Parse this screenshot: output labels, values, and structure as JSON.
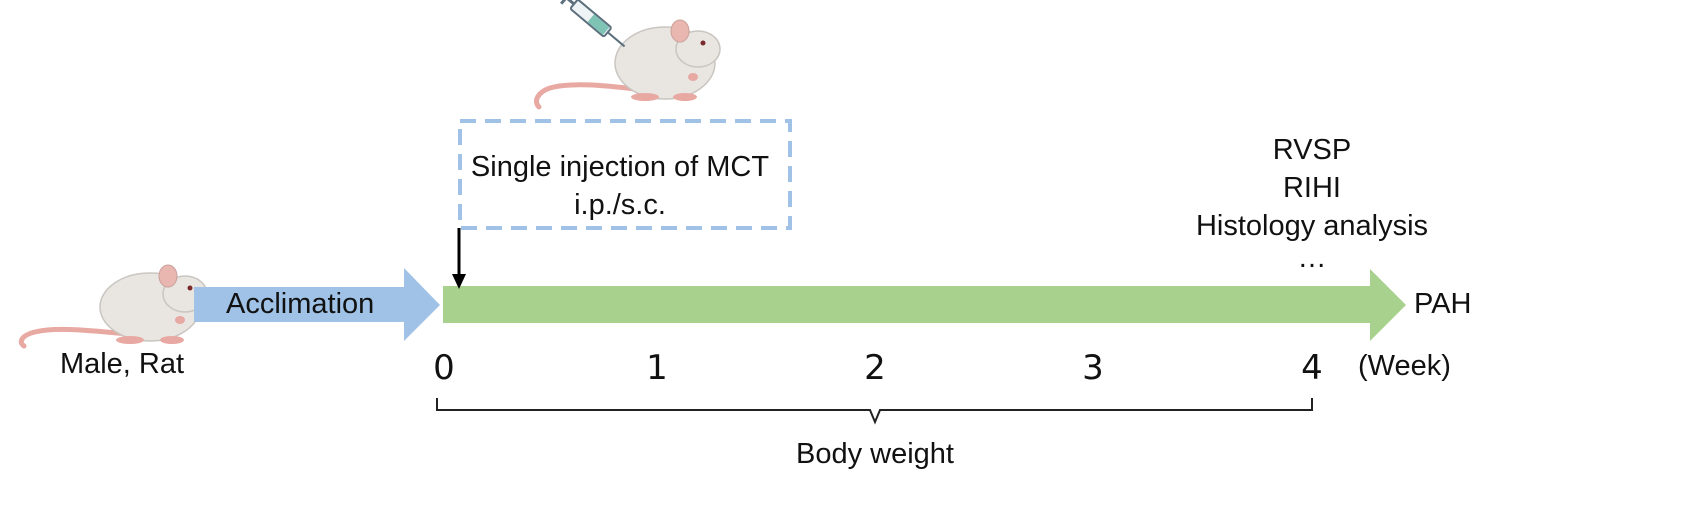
{
  "subject_label": "Male, Rat",
  "acclimation_label": "Acclimation",
  "injection": {
    "line1": "Single injection of MCT",
    "line2": "i.p./s.c."
  },
  "endpoints": [
    "RVSP",
    "RIHI",
    "Histology analysis",
    "…"
  ],
  "outcome_label": "PAH",
  "timeline": {
    "ticks": [
      "0",
      "1",
      "2",
      "3",
      "4"
    ],
    "unit_label": "(Week)",
    "brace_label": "Body weight"
  },
  "colors": {
    "acclimation_arrow": "#9fc2e6",
    "timeline_arrow": "#a8d18d",
    "dashed_box": "#9fc2e6",
    "rat_body": "#e9e6e2",
    "rat_ear": "#e9b7b0",
    "rat_tail": "#e8a9a3"
  },
  "icons": [
    "rat-icon",
    "syringe-icon"
  ]
}
